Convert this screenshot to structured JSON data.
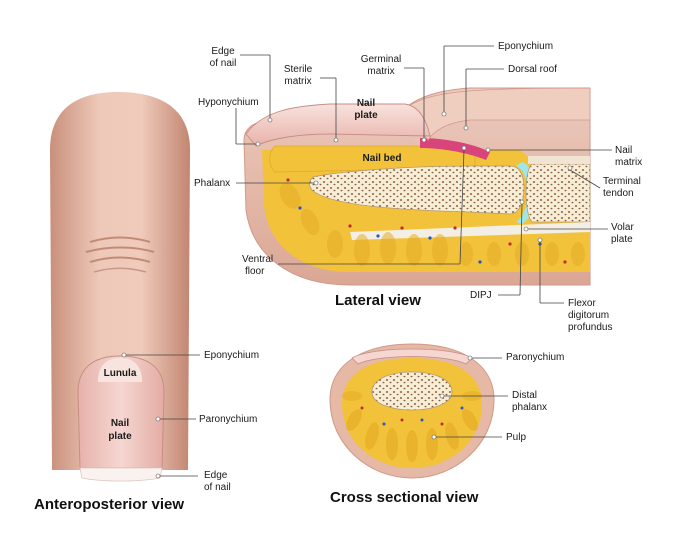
{
  "titles": {
    "lateral": "Lateral view",
    "anteroposterior": "Anteroposterior view",
    "cross_sectional": "Cross sectional view"
  },
  "lateral_labels": {
    "edge_of_nail": [
      "Edge",
      "of nail"
    ],
    "sterile_matrix": [
      "Sterile",
      "matrix"
    ],
    "germinal_matrix": [
      "Germinal",
      "matrix"
    ],
    "eponychium": "Eponychium",
    "dorsal_roof": "Dorsal roof",
    "hyponychium": "Hyponychium",
    "nail_plate": [
      "Nail",
      "plate"
    ],
    "nail_bed": "Nail bed",
    "nail_matrix": [
      "Nail",
      "matrix"
    ],
    "phalanx": "Phalanx",
    "terminal_tendon": [
      "Terminal",
      "tendon"
    ],
    "volar_plate": [
      "Volar",
      "plate"
    ],
    "ventral_floor": [
      "Ventral",
      "floor"
    ],
    "dipj": "DIPJ",
    "flexor": [
      "Flexor",
      "digitorum",
      "profundus"
    ]
  },
  "ap_labels": {
    "lunula": "Lunula",
    "nail_plate": [
      "Nail",
      "plate"
    ],
    "eponychium": "Eponychium",
    "paronychium": "Paronychium",
    "edge_of_nail": [
      "Edge",
      "of nail"
    ]
  },
  "cross_labels": {
    "paronychium": "Paronychium",
    "distal_phalanx": [
      "Distal",
      "phalanx"
    ],
    "pulp": "Pulp"
  },
  "colors": {
    "skin": "#e9bfb1",
    "skin_dark": "#d49886",
    "fat": "#f2c23a",
    "bone": "#f6ecd2",
    "bone_pore": "#8a5a3a",
    "nail": "#f3d3cf",
    "matrix": "#d9457a",
    "joint": "#9fe6ea"
  }
}
